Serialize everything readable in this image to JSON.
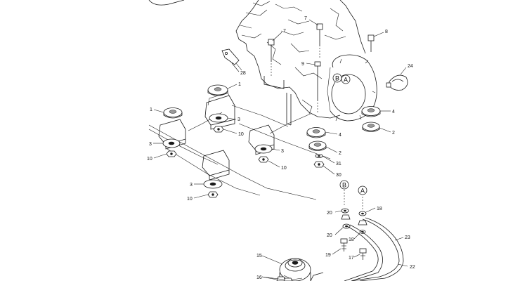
{
  "labels": {
    "p1a": "1",
    "p1b": "1",
    "p2a": "2",
    "p2b": "2",
    "p3a": "3",
    "p3b": "3",
    "p3c": "3",
    "p3d": "3",
    "p4a": "4",
    "p4b": "4",
    "p7a": "7",
    "p7b": "7",
    "p8": "8",
    "p9": "9",
    "p10a": "10",
    "p10b": "10",
    "p10c": "10",
    "p10d": "10",
    "p15": "15",
    "p16": "16",
    "p17": "17",
    "p18a": "18",
    "p18b": "18",
    "p19": "19",
    "p20a": "20",
    "p20b": "20",
    "p22": "22",
    "p23": "23",
    "p24": "24",
    "p28": "28",
    "p30": "30",
    "p31": "31"
  },
  "callouts": {
    "a_top": "A",
    "b_top": "B",
    "a_low": "A",
    "b_low": "B"
  }
}
